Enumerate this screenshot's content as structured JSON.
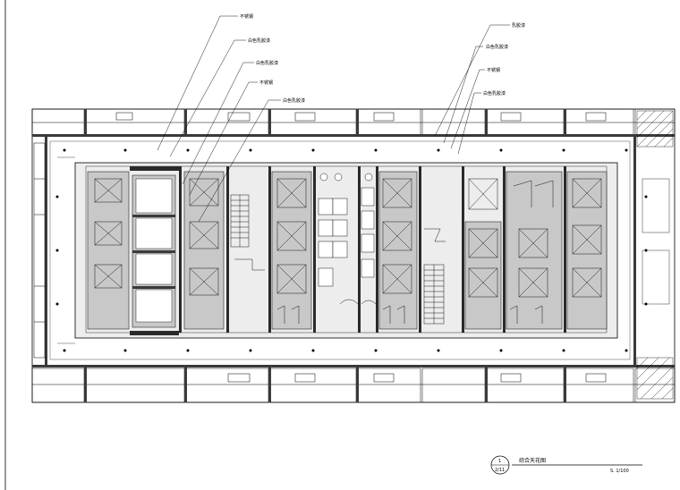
{
  "callouts_left": [
    {
      "text": "不锈钢"
    },
    {
      "text": "白色乳胶漆"
    },
    {
      "text": "白色乳胶漆"
    },
    {
      "text": "不锈钢"
    },
    {
      "text": "白色乳胶漆"
    }
  ],
  "callouts_right": [
    {
      "text": "乳胶漆"
    },
    {
      "text": "白色乳胶漆"
    },
    {
      "text": "不锈钢"
    },
    {
      "text": "白色乳胶漆"
    }
  ],
  "title_block": {
    "number": "1",
    "sheet": "2/11",
    "title": "综合天花图",
    "scale": "S.  1/100"
  },
  "colors": {
    "line": "#000000",
    "panel_fill": "#c8c8c8",
    "dark_band": "#3a3a3a"
  }
}
